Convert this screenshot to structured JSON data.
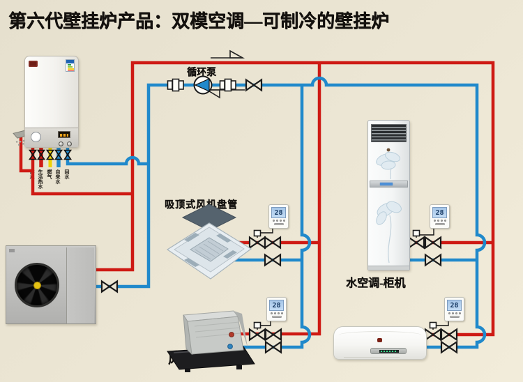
{
  "title": "第六代壁挂炉产品：双模空调—可制冷的壁挂炉",
  "colors": {
    "background": "#eae4d2",
    "pipe_hot": "#ce1a14",
    "pipe_cold": "#2089cb",
    "gas_pipe": "#eed206",
    "outline": "#1b1b1b"
  },
  "labels": {
    "pump": "循环泵",
    "ceiling_cassette": "吸顶式风机盘管",
    "floor_cabinet": "水空调-柜机",
    "fan_coil": "风机盘管"
  },
  "boiler": {
    "ports": [
      {
        "label": "供水"
      },
      {
        "label": "生活热水"
      },
      {
        "label": "燃气"
      },
      {
        "label": "自来水"
      },
      {
        "label": "回水"
      }
    ]
  },
  "thermostats": [
    {
      "value": "28"
    },
    {
      "value": "28"
    },
    {
      "value": "28"
    },
    {
      "value": "28"
    }
  ]
}
